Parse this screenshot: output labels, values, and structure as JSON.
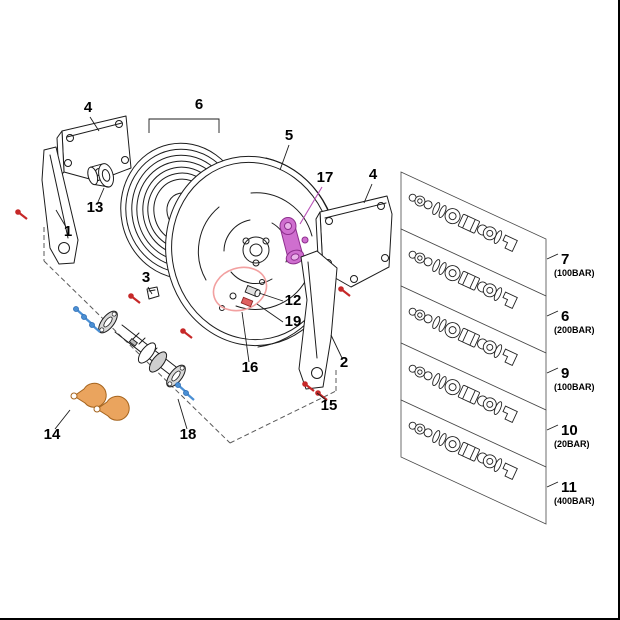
{
  "diagram": {
    "type": "exploded-parts-diagram",
    "callouts": {
      "bracket_left": "4",
      "drum_bracket": "6",
      "disc": "5",
      "swivel": "17",
      "bracket_right": "4",
      "hub": "13",
      "arm_left": "1",
      "clip": "3",
      "pin": "12",
      "latch": "19",
      "detail": "16",
      "arm_right": "2",
      "screws": "15",
      "pawls": "14",
      "shaft": "18"
    },
    "variant_panels": [
      {
        "number": "7",
        "rating": "(100BAR)"
      },
      {
        "number": "6",
        "rating": "(200BAR)"
      },
      {
        "number": "9",
        "rating": "(100BAR)"
      },
      {
        "number": "10",
        "rating": "(20BAR)"
      },
      {
        "number": "11",
        "rating": "(400BAR)"
      }
    ],
    "colors": {
      "line": "#1c1c1c",
      "swivel_magenta": "#cf6fcf",
      "highlight_pink": "#f2a0a0",
      "screw_red": "#c62828",
      "screw_blue": "#4a8fd4",
      "pawl_orange": "#eaa45e",
      "metal_grey": "#d8d8d8"
    }
  }
}
